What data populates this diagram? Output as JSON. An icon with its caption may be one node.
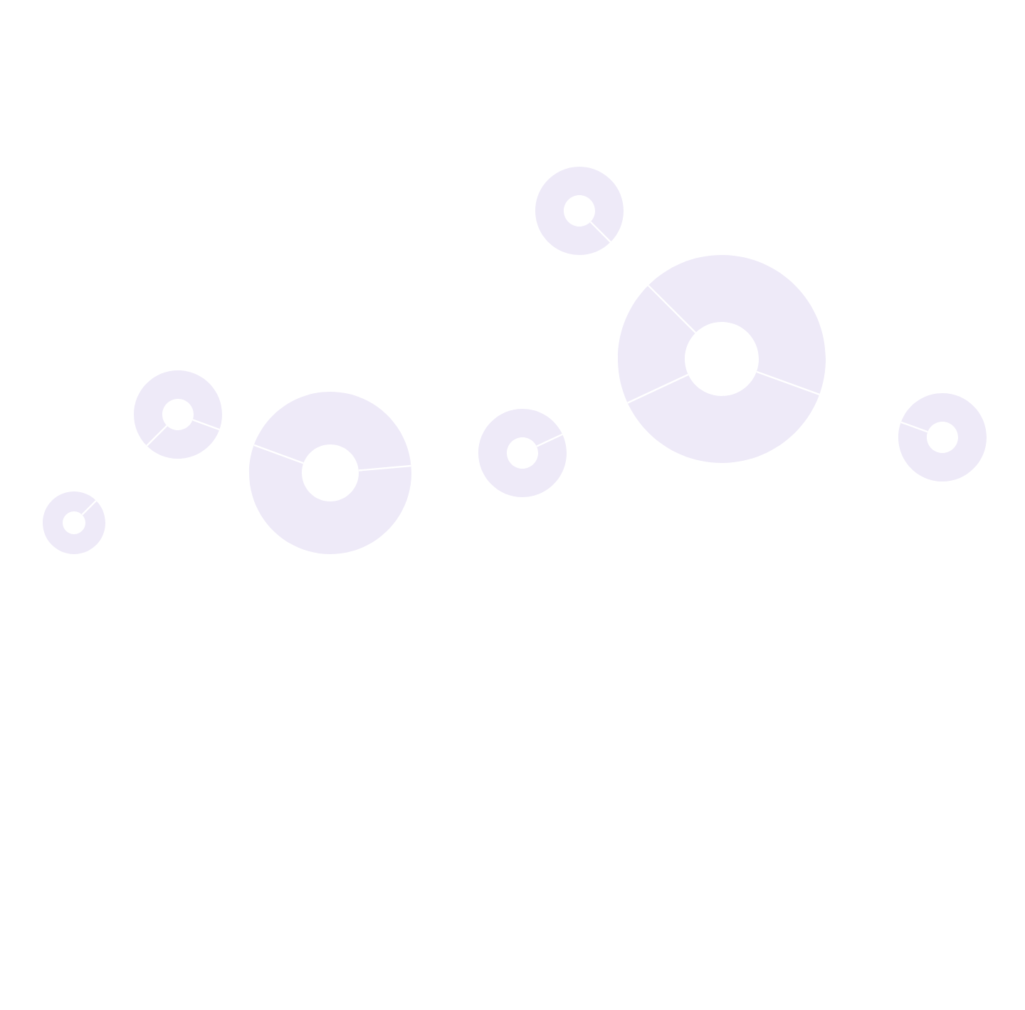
{
  "diagram": {
    "nodes": [
      {
        "text": [],
        "shape": "circle"
      },
      {
        "text": [],
        "shape": "circle"
      },
      {
        "text": [],
        "shape": "circle"
      },
      {
        "text": [],
        "shape": "circle"
      },
      {
        "text": [],
        "shape": "circle"
      },
      {
        "text": [],
        "shape": "circle"
      },
      {
        "text": [],
        "shape": "circle"
      }
    ]
  }
}
